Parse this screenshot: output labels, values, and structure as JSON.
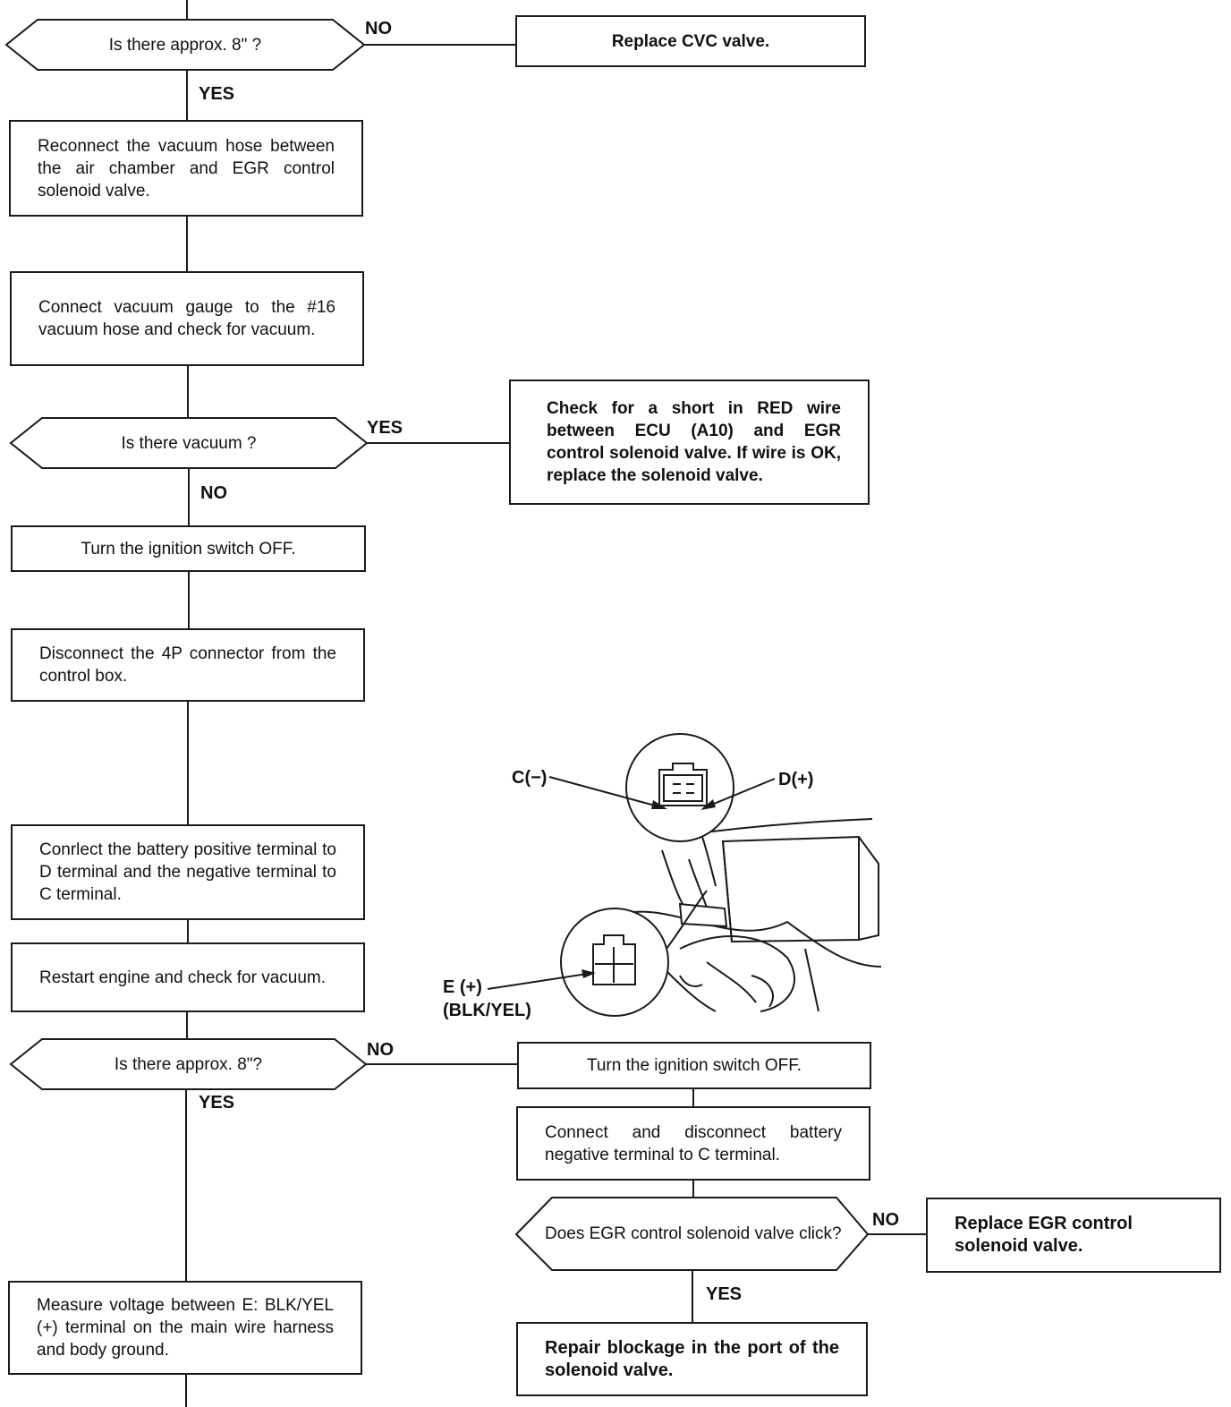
{
  "steps": {
    "s1_decision": "Is there approx. 8\" ?",
    "s1_no_action": "Replace CVC valve.",
    "s2_action": "Reconnect the vacuum hose between the air chamber and EGR control solenoid valve.",
    "s3_action": "Connect vacuum gauge to the #16 vacuum hose and check for vacuum.",
    "s4_decision": "Is there vacuum ?",
    "s4_yes_action": "Check for a short in RED wire between ECU (A10) and EGR control solenoid valve. If wire is OK, replace the solenoid valve.",
    "s5_action": "Turn the ignition switch OFF.",
    "s6_action": "Disconnect the 4P connector from the control box.",
    "s7_action": "Conrlect the battery positive terminal to D terminal and the negative terminal to C terminal.",
    "s8_action": "Restart engine and check for vacuum.",
    "s9_decision": "Is there approx. 8\"?",
    "s9_no_action": "Turn the ignition switch OFF.",
    "s10_action": "Connect and disconnect battery negative terminal to C terminal.",
    "s11_decision": "Does EGR control solenoid valve click?",
    "s11_no_action": "Replace EGR control solenoid valve.",
    "s11_yes_action": "Repair blockage in the port of the solenoid valve.",
    "s12_action": "Measure voltage between E: BLK/YEL (+) terminal on the main wire harness and body ground."
  },
  "branch_labels": {
    "no": "NO",
    "yes": "YES"
  },
  "illustration": {
    "label_c": "C(−)",
    "label_d": "D(+)",
    "label_e": "E (+)",
    "label_e_wire": "(BLK/YEL)"
  }
}
